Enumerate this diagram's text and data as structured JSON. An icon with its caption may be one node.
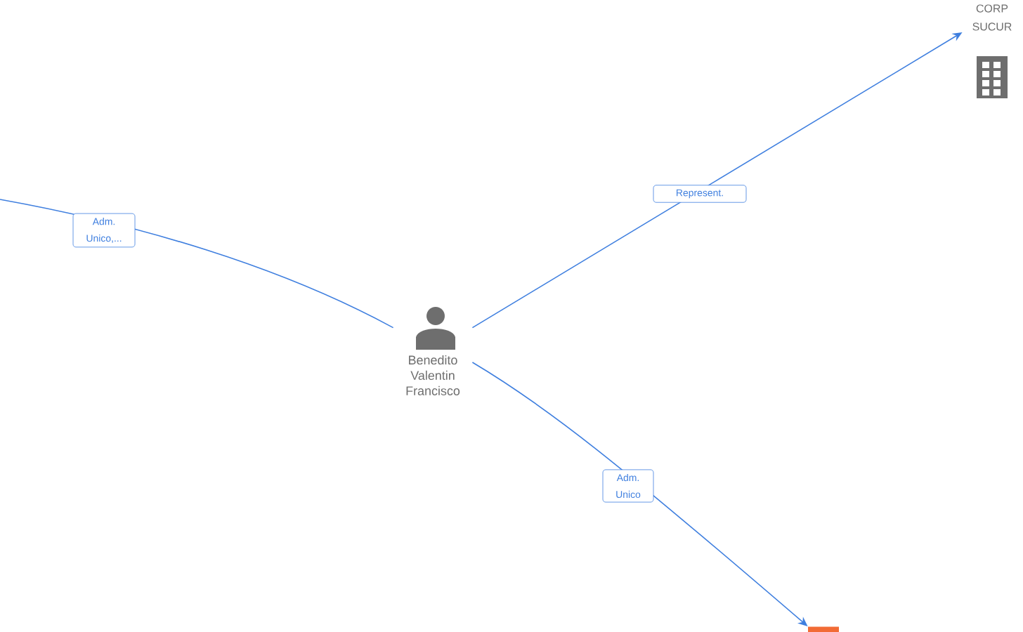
{
  "diagram": {
    "nodes": [
      {
        "text": [
          "Benedito Valentin Francisco"
        ]
      },
      {
        "text": [
          "CORP SUCUR"
        ]
      },
      {
        "text": [],
        "shape": "bar"
      }
    ],
    "edges": [
      {
        "from": 0,
        "to": null,
        "arrow": "none",
        "label": "Adm. Unico,..."
      },
      {
        "from": 0,
        "to": 1,
        "arrow": "to",
        "label": "Represent."
      },
      {
        "from": 0,
        "to": 2,
        "arrow": "to",
        "label": "Adm. Unico"
      }
    ]
  }
}
